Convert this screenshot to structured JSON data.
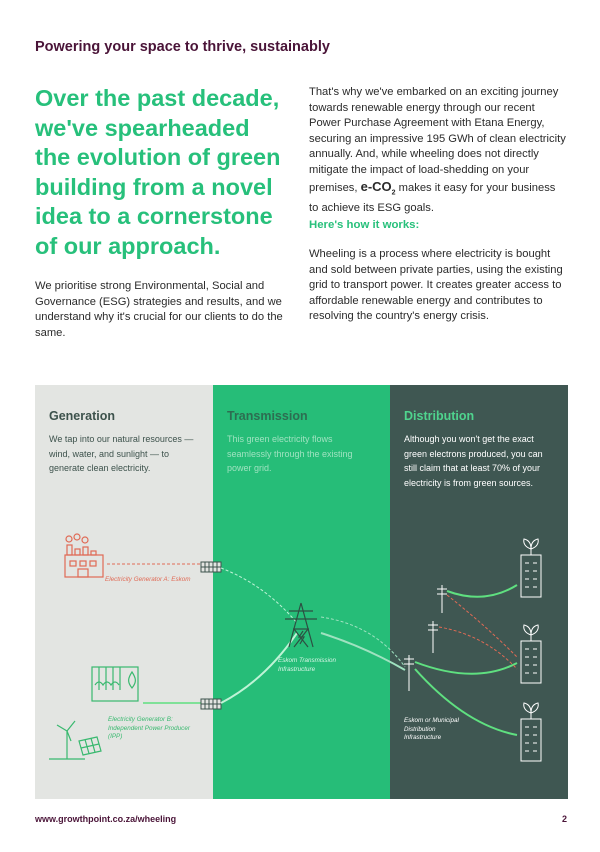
{
  "kicker": "Powering your space to thrive, sustainably",
  "headline": "Over the past decade, we've spearheaded the evolution of green building from a novel idea to a cornerstone of our approach.",
  "intro": "We prioritise strong Environmental, Social and Governance (ESG) strategies and results, and we understand why it's crucial for our clients to do the same.",
  "col2": {
    "para_a": "That's why we've embarked on an exciting journey towards renewable energy through our recent Power Purchase Agreement with Etana Energy, securing an impressive 195 GWh of clean electricity annually. And, while wheeling does not directly mitigate the impact of load-shedding on your premises, ",
    "eco_main": "e-CO",
    "eco_sub": "2",
    "para_b": " makes it easy for your business to achieve its ESG goals.",
    "how_heading": "Here's how it works:",
    "wheeling": "Wheeling is a process where electricity is bought and sold between private parties, using the existing grid to transport power. It creates greater access to affordable renewable energy and contributes to resolving the country's energy crisis."
  },
  "diagram": {
    "generation": {
      "title": "Generation",
      "body": "We tap into our natural resources — wind, water, and sunlight — to generate clean electricity."
    },
    "transmission": {
      "title": "Transmission",
      "body": "This green electricity flows seamlessly through the existing power grid."
    },
    "distribution": {
      "title": "Distribution",
      "body": "Although you won't get the exact green electrons produced, you can still claim that at least 70% of your electricity is from green sources."
    },
    "captions": {
      "gen_a": "Electricity Generator A: Eskom",
      "gen_b": "Electricity Generator B: Independent Power Producer (IPP)",
      "trans": "Eskom Transmission Infrastructure",
      "dist": "Eskom or Municipal Distribution Infrastructure"
    }
  },
  "colors": {
    "brand_green": "#27c07b",
    "brand_plum": "#4a1438",
    "eskom_red": "#e06a55",
    "panel_grey": "#e3e5e2",
    "panel_green": "#26bd78",
    "panel_dark": "#3f5752"
  },
  "icons": [
    "factory-icon",
    "hydro-dam-icon",
    "wind-turbine-icon",
    "solar-panel-icon",
    "pylon-icon",
    "pole-icon",
    "building-icon",
    "plant-sprout-icon"
  ],
  "footer": {
    "url": "www.growthpoint.co.za/wheeling",
    "page": "2"
  }
}
